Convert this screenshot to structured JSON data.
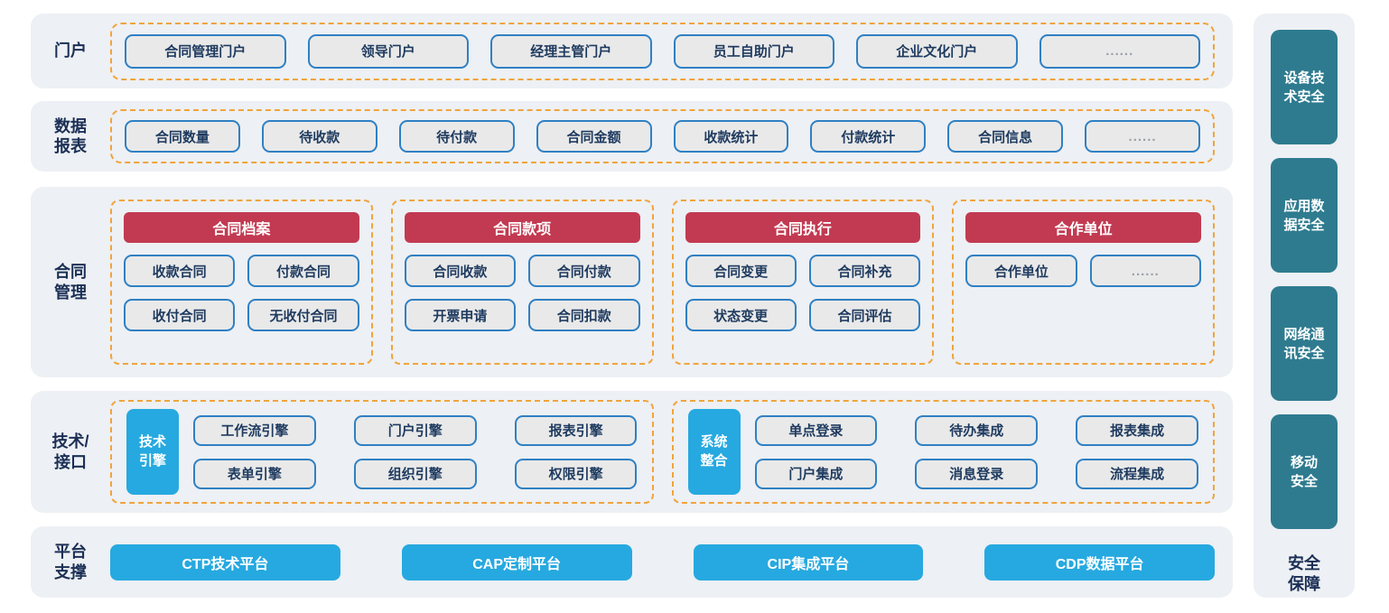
{
  "colors": {
    "band_background": "#edf0f4",
    "chip_background": "#e9e9e9",
    "chip_border_blue": "#2f80c3",
    "dashed_border_orange": "#f0a43c",
    "group_header_red": "#c23a51",
    "accent_blue": "#26a9e0",
    "security_teal": "#2e7b8f",
    "label_text_dark": "#1b2f55"
  },
  "rows": {
    "portal": {
      "label": "门户",
      "items": [
        "合同管理门户",
        "领导门户",
        "经理主管门户",
        "员工自助门户",
        "企业文化门户",
        "......"
      ]
    },
    "reports": {
      "label": "数据\n报表",
      "items": [
        "合同数量",
        "待收款",
        "待付款",
        "合同金额",
        "收款统计",
        "付款统计",
        "合同信息",
        "......"
      ]
    },
    "contract": {
      "label": "合同\n管理",
      "groups": [
        {
          "title": "合同档案",
          "items": [
            "收款合同",
            "付款合同",
            "收付合同",
            "无收付合同"
          ]
        },
        {
          "title": "合同款项",
          "items": [
            "合同收款",
            "合同付款",
            "开票申请",
            "合同扣款"
          ]
        },
        {
          "title": "合同执行",
          "items": [
            "合同变更",
            "合同补充",
            "状态变更",
            "合同评估"
          ]
        },
        {
          "title": "合作单位",
          "items": [
            "合作单位",
            "......"
          ]
        }
      ]
    },
    "tech": {
      "label": "技术/\n接口",
      "groups": [
        {
          "tag": "技术\n引擎",
          "items": [
            "工作流引擎",
            "门户引擎",
            "报表引擎",
            "表单引擎",
            "组织引擎",
            "权限引擎"
          ]
        },
        {
          "tag": "系统\n整合",
          "items": [
            "单点登录",
            "待办集成",
            "报表集成",
            "门户集成",
            "消息登录",
            "流程集成"
          ]
        }
      ]
    },
    "platform": {
      "label": "平台\n支撑",
      "items": [
        "CTP技术平台",
        "CAP定制平台",
        "CIP集成平台",
        "CDP数据平台"
      ]
    }
  },
  "security": {
    "label": "安全\n保障",
    "items": [
      "设备技\n术安全",
      "应用数\n据安全",
      "网络通\n讯安全",
      "移动\n安全"
    ]
  }
}
